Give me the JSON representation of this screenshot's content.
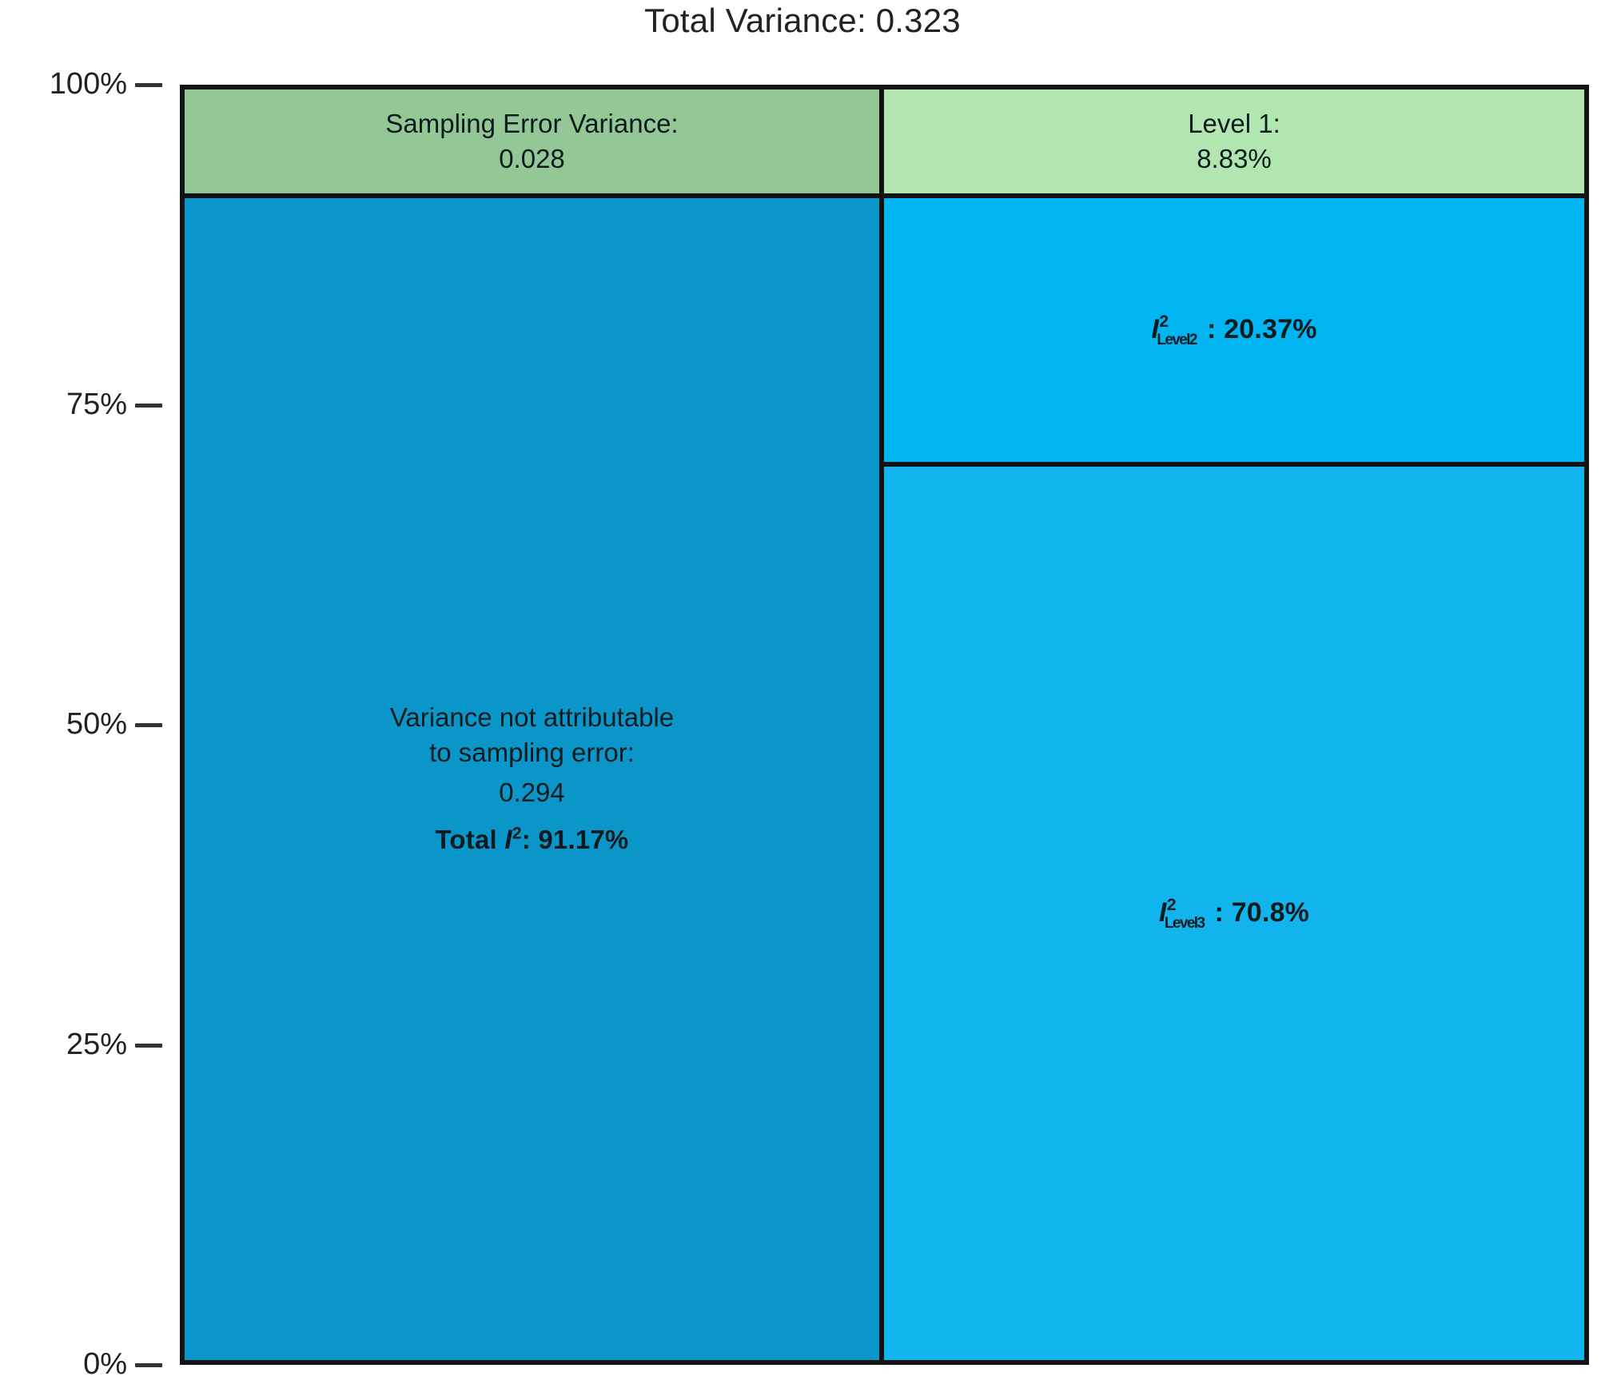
{
  "chart_data": {
    "type": "bar",
    "title": "Total Variance: 0.323",
    "subtitle": "",
    "xlabel": "",
    "ylabel": "",
    "ylim": [
      0,
      100
    ],
    "grid": false,
    "legend": "none",
    "axis_ticks": [
      "0%",
      "25%",
      "50%",
      "75%",
      "100%"
    ],
    "total_variance": 0.323,
    "columns": [
      {
        "name": "variance-decomposition",
        "segments": [
          {
            "label": "Sampling Error Variance:",
            "value": 0.028,
            "percent": 8.83,
            "color": "#93c795"
          },
          {
            "label": "Variance not attributable to sampling error:",
            "value": 0.294,
            "percent": 91.17,
            "color": "#0b96ca"
          }
        ]
      },
      {
        "name": "level-decomposition",
        "segments": [
          {
            "label": "Level 1:",
            "percent": 8.83,
            "color": "#b2e6b0"
          },
          {
            "label": "I2 Level2:",
            "percent": 20.37,
            "color": "#00b5f2"
          },
          {
            "label": "I2 Level3:",
            "percent": 70.8,
            "color": "#12b4ee"
          }
        ]
      }
    ]
  },
  "title": "Total Variance: 0.323",
  "axis": {
    "ticks": [
      {
        "label": "100%",
        "value": 100
      },
      {
        "label": "75%",
        "value": 75
      },
      {
        "label": "50%",
        "value": 50
      },
      {
        "label": "25%",
        "value": 25
      },
      {
        "label": "0%",
        "value": 0
      }
    ]
  },
  "cells": {
    "sampling_error": {
      "title": "Sampling Error Variance:",
      "value": "0.028"
    },
    "unattributable": {
      "line1": "Variance not attributable",
      "line2": "to sampling error:",
      "value": "0.294",
      "total_prefix": "Total ",
      "total_symbol": "I",
      "total_sup": "2",
      "total_value": ": 91.17%"
    },
    "level1": {
      "title": "Level 1:",
      "value": "8.83%"
    },
    "level2": {
      "symbol": "I",
      "sup": "2",
      "sub": "Level2",
      "value": ": 20.37%"
    },
    "level3": {
      "symbol": "I",
      "sup": "2",
      "sub": "Level3",
      "value": ": 70.8%"
    }
  },
  "colors": {
    "sampling_error": "#93c795",
    "unattributable": "#0b96ca",
    "level1": "#b2e6b0",
    "level2": "#00b5f2",
    "level3": "#12b4ee",
    "border": "#121212",
    "text": "#1a1a1a"
  }
}
